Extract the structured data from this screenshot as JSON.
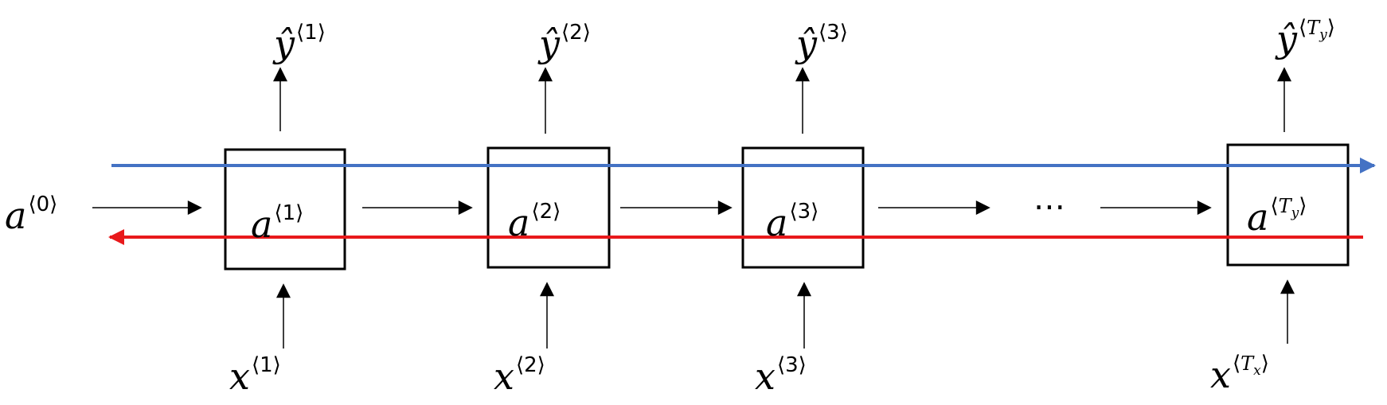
{
  "initial_state": {
    "base": "a",
    "sup": "0"
  },
  "ellipsis": "⋯",
  "cells": [
    {
      "a_base": "a",
      "a_sup": "1",
      "x_base": "x",
      "x_sup": "1",
      "y_base": "ŷ",
      "y_sup": "1"
    },
    {
      "a_base": "a",
      "a_sup": "2",
      "x_base": "x",
      "x_sup": "2",
      "y_base": "ŷ",
      "y_sup": "2"
    },
    {
      "a_base": "a",
      "a_sup": "3",
      "x_base": "x",
      "x_sup": "3",
      "y_base": "ŷ",
      "y_sup": "3"
    }
  ],
  "last_cell": {
    "a_base": "a",
    "a_sup_main": "T",
    "a_sup_sub": "y",
    "x_base": "x",
    "x_sup_main": "T",
    "x_sup_sub": "x",
    "y_base": "ŷ",
    "y_sup_main": "T",
    "y_sup_sub": "y"
  },
  "colors": {
    "forward": "#4472C4",
    "backward": "#E8191B",
    "ink": "#000000"
  }
}
